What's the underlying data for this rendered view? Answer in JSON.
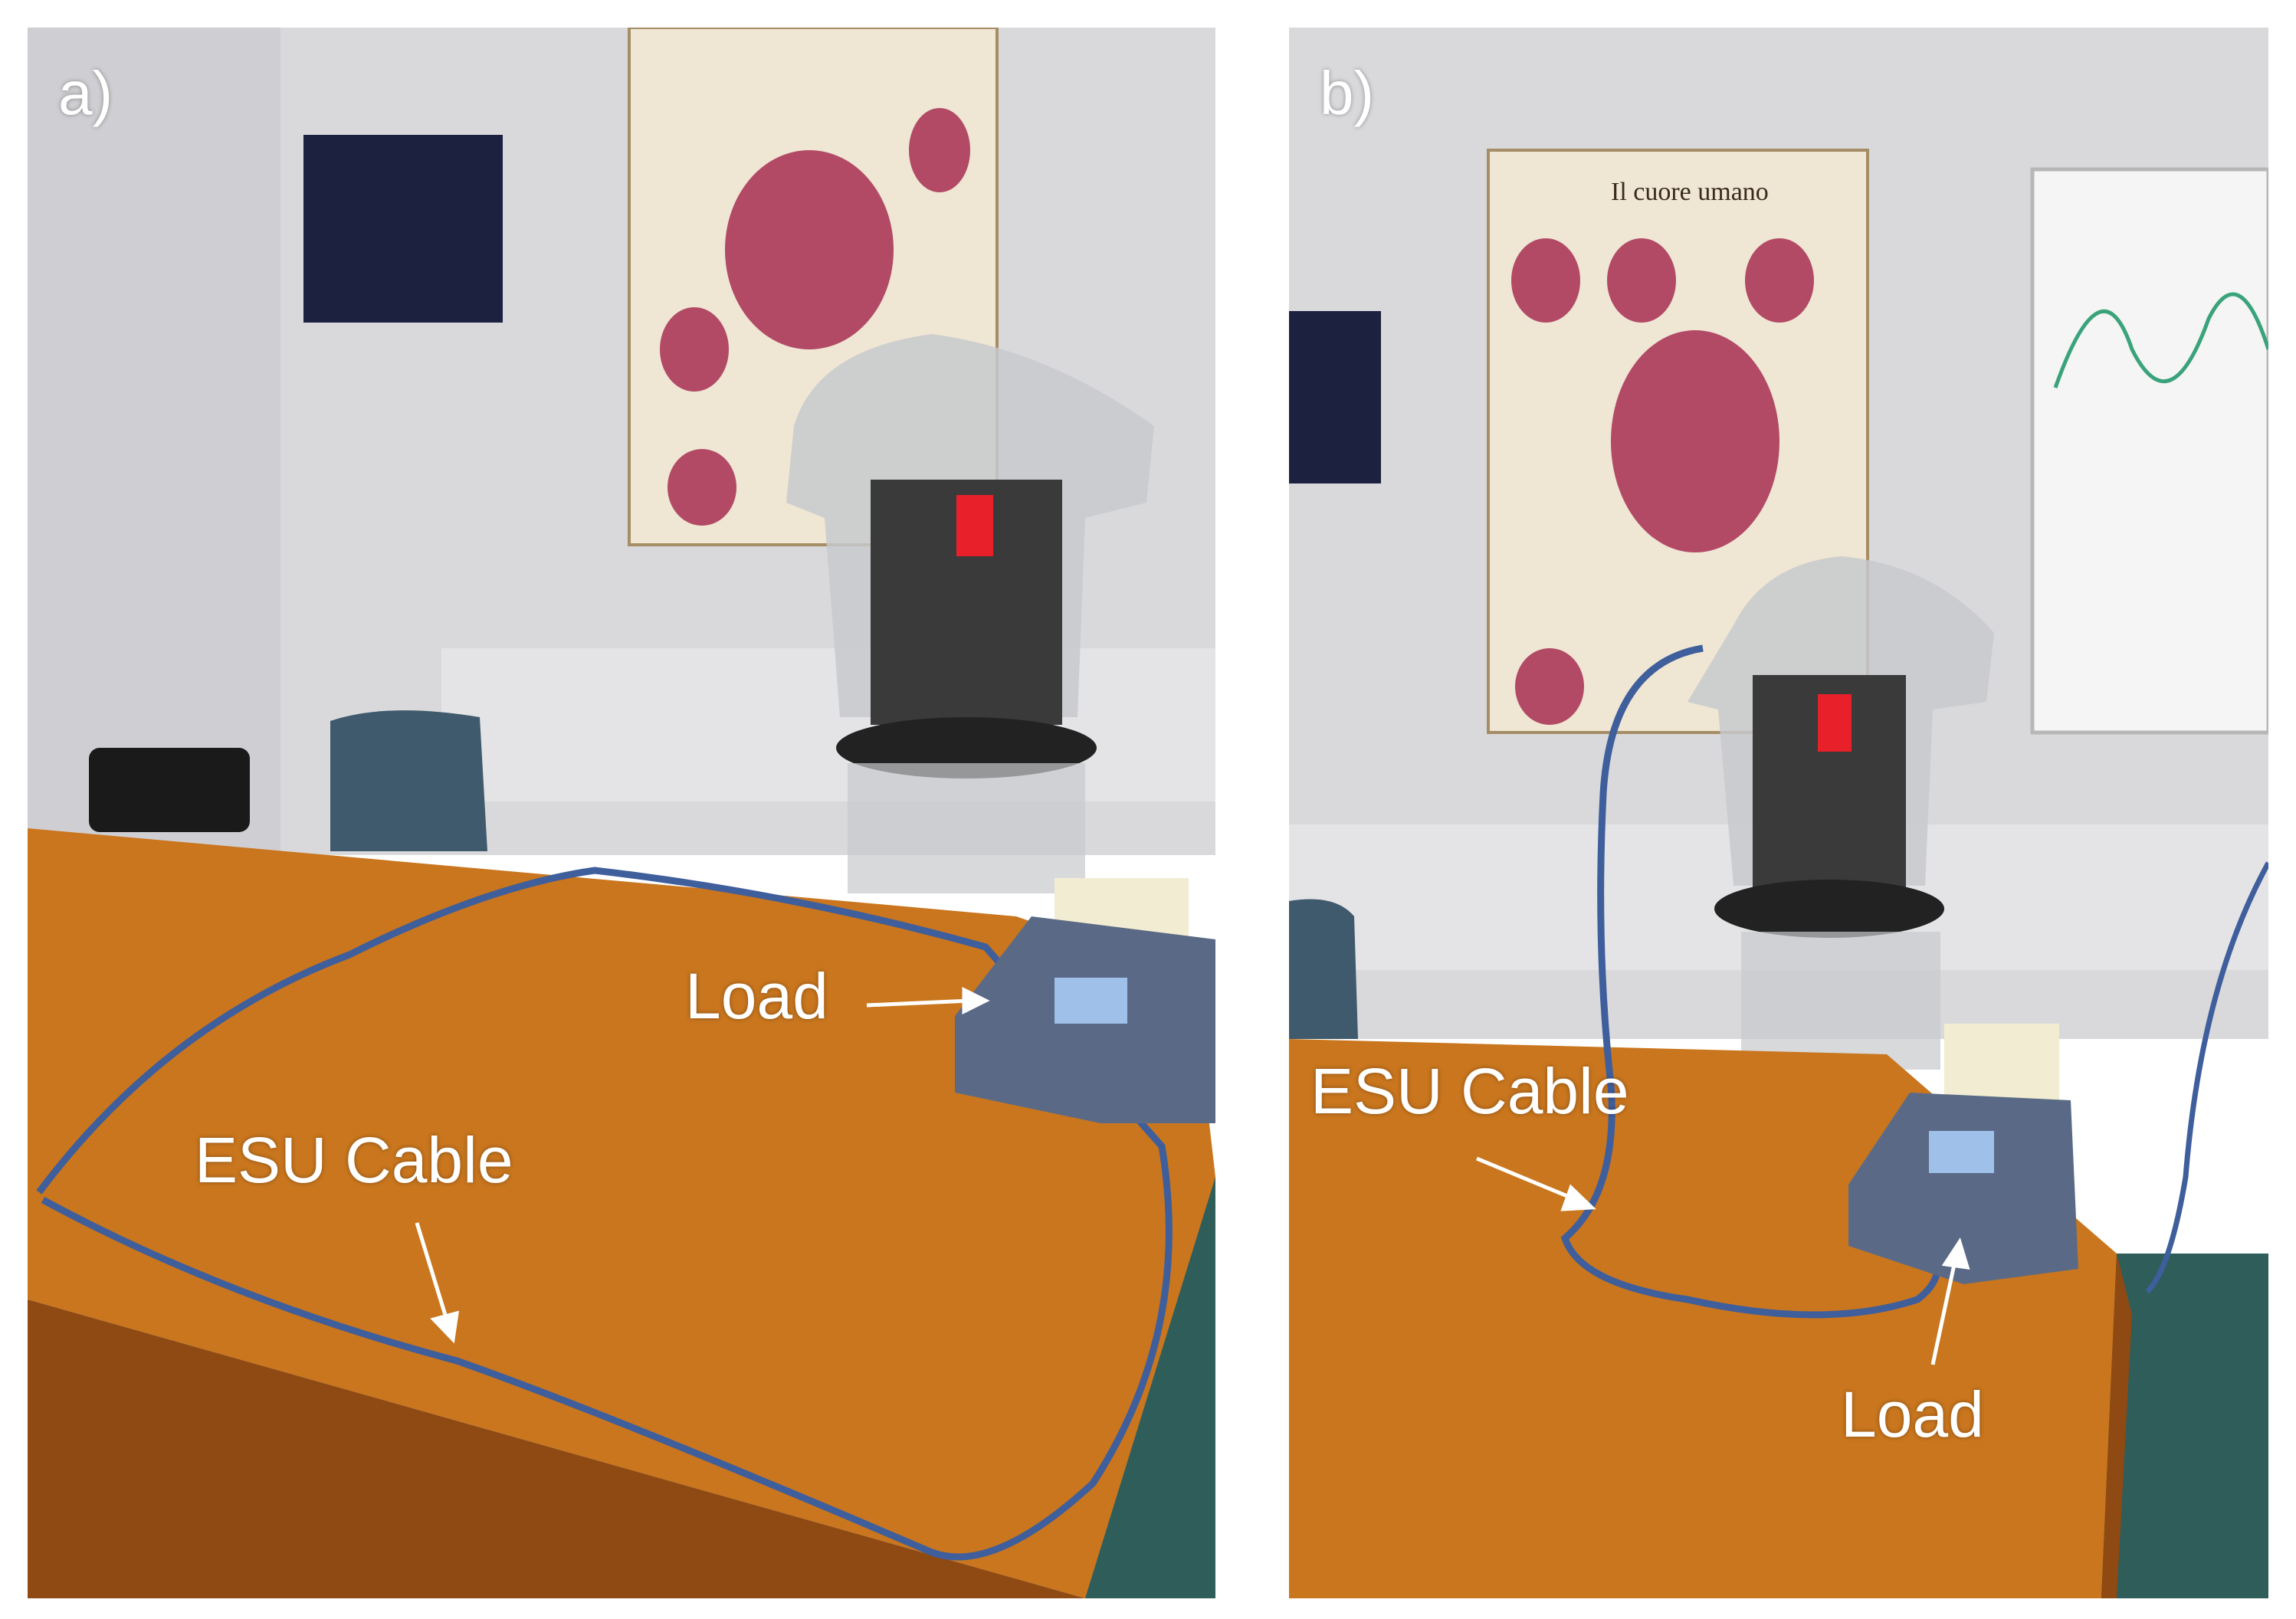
{
  "panels": [
    {
      "letter": "a)",
      "labels": {
        "load": "Load",
        "esu_cable": "ESU Cable"
      }
    },
    {
      "letter": "b)",
      "poster_title": "Il cuore umano",
      "labels": {
        "load": "Load",
        "esu_cable": "ESU Cable"
      }
    }
  ],
  "colors": {
    "wall": "#d9d9dc",
    "table": "#c9761e",
    "table_dark": "#8e4a12",
    "cable": "#3f5e9c",
    "floor": "#2f5d5a",
    "torso": "#c7c9cc",
    "panel_board": "#3a3a3a",
    "red_patch": "#e8202a",
    "device": "#5a6a86",
    "poster": "#efe6d4",
    "heart": "#b24a66",
    "label": "#ffffff"
  }
}
